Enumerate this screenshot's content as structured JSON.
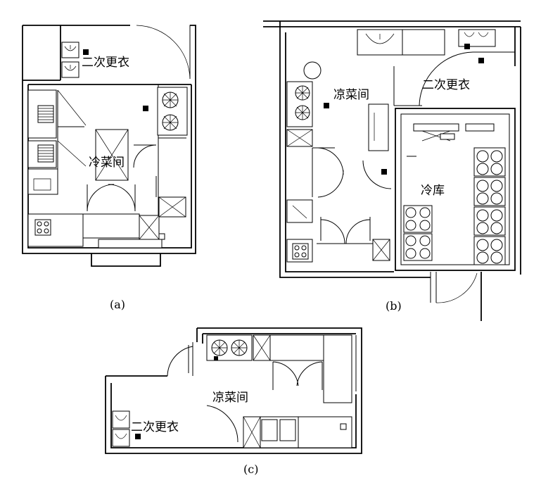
{
  "plans": [
    {
      "id": "a",
      "caption": "(a)",
      "rooms": {
        "changing": "二次更衣",
        "prep": "冷菜间"
      }
    },
    {
      "id": "b",
      "caption": "(b)",
      "rooms": {
        "prep": "凉菜间",
        "changing": "二次更衣",
        "cold_storage": "冷库"
      }
    },
    {
      "id": "c",
      "caption": "(c)",
      "rooms": {
        "prep": "凉菜间",
        "changing": "二次更衣"
      }
    }
  ]
}
